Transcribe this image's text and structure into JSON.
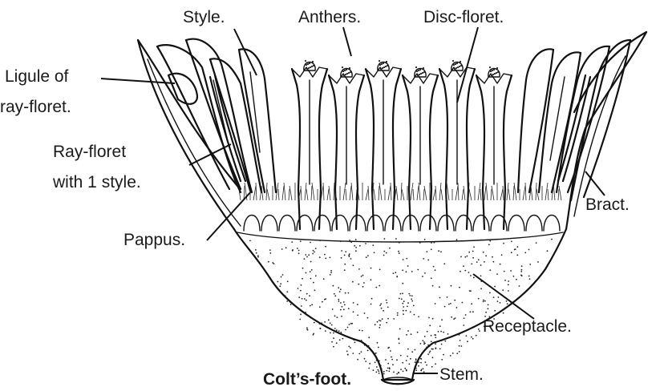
{
  "labels": {
    "style": "Style.",
    "anthers": "Anthers.",
    "disc_floret": "Disc-floret.",
    "ligule_line1": "Ligule of",
    "ligule_line2": "ray-floret.",
    "ray_floret_line1": "Ray-floret",
    "ray_floret_line2": "with 1 style.",
    "bract": "Bract.",
    "pappus": "Pappus.",
    "receptacle": "Receptacle.",
    "stem": "Stem."
  },
  "caption": "Colt’s-foot."
}
